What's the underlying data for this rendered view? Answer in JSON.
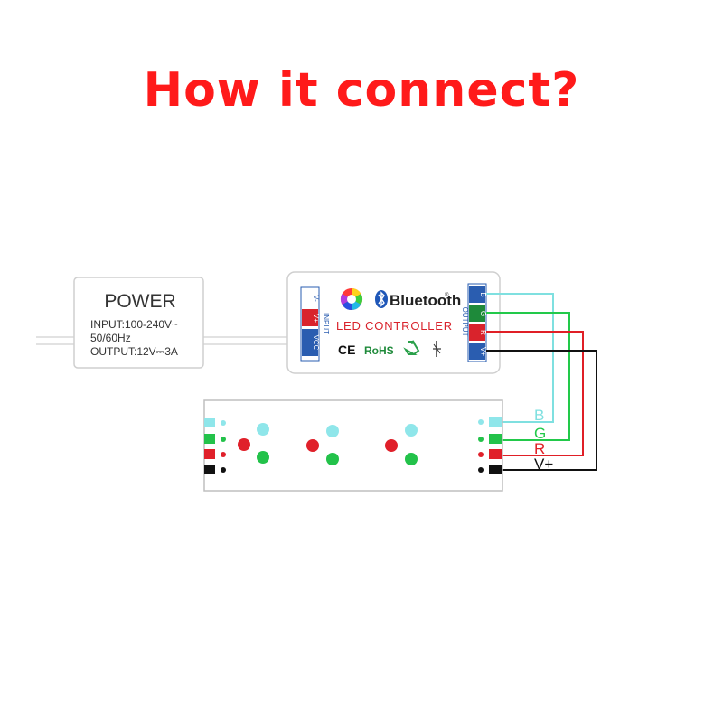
{
  "title": "How it connect?",
  "power": {
    "label": "POWER",
    "input_line": "INPUT:100-240V~",
    "freq_line": "50/60Hz",
    "output_line": "OUTPUT:12V⎓3A"
  },
  "controller": {
    "brand": "Bluetooth",
    "brand_mark": "®",
    "subtitle": "LED CONTROLLER",
    "input_label": "INPUT",
    "input_pins": [
      "V-",
      "V+",
      "VCC"
    ],
    "output_label": "OUTPUT",
    "output_pins": [
      "B",
      "G",
      "R",
      "V+"
    ],
    "ce_mark": "CE",
    "rohs_mark": "RoHS"
  },
  "wires": [
    {
      "label": "B",
      "color": "#7fe0e0"
    },
    {
      "label": "G",
      "color": "#22c94a"
    },
    {
      "label": "R",
      "color": "#e01f26"
    },
    {
      "label": "V+",
      "color": "#111111"
    }
  ],
  "colors": {
    "title": "#ff1a1a",
    "led_red": "#e0202a",
    "led_green": "#23c24a",
    "led_cyan": "#8fe6ea",
    "pin_black": "#111111"
  },
  "icons": [
    "bluetooth-icon",
    "color-wheel-icon",
    "recycle-icon",
    "ground-symbol-icon"
  ]
}
